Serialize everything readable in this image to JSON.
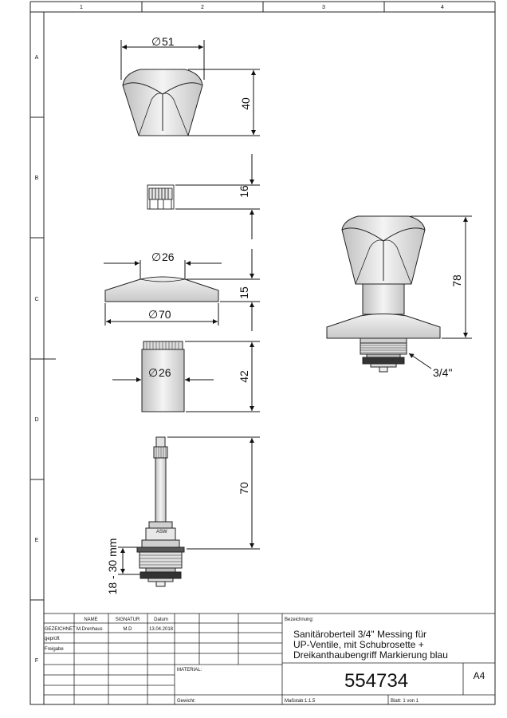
{
  "zones": {
    "columns": [
      "1",
      "2",
      "3",
      "4"
    ],
    "rows": [
      "A",
      "B",
      "C",
      "D",
      "E",
      "F"
    ]
  },
  "dimensions": {
    "handle_diameter": "51",
    "handle_height": "40",
    "adapter_height": "16",
    "rosette_inner_diameter": "26",
    "rosette_outer_diameter": "70",
    "rosette_height": "15",
    "sleeve_diameter": "26",
    "sleeve_height": "42",
    "spindle_length": "70",
    "range": "18 - 30 mm",
    "assembly_height": "78",
    "thread": "3/4\"",
    "diameter_symbol": "∅",
    "nut_label": "ASW"
  },
  "title_block": {
    "headers": {
      "name": "NAME",
      "signature": "SIGNATUR",
      "date": "Datum"
    },
    "rows": {
      "drawn_label": "GEZEICHNET",
      "drawn_name": "M.Drenhaus",
      "drawn_signature": "M.D",
      "drawn_date": "13.04.2018",
      "checked_label": "geprüft",
      "release_label": "Freigabe"
    },
    "designation_label": "Bezeichnung:",
    "designation_lines": [
      "Sanitäroberteil 3/4\" Messing für",
      "UP-Ventile, mit Schubrosette +",
      "Dreikanthaubengriff Markierung blau"
    ],
    "material_label": "MATERIAL:",
    "weight_label": "Gewicht:",
    "part_number": "554734",
    "sheet_size": "A4",
    "scale_label": "Maßstab:1:1.5",
    "sheet_label": "Blatt: 1 von 1"
  }
}
